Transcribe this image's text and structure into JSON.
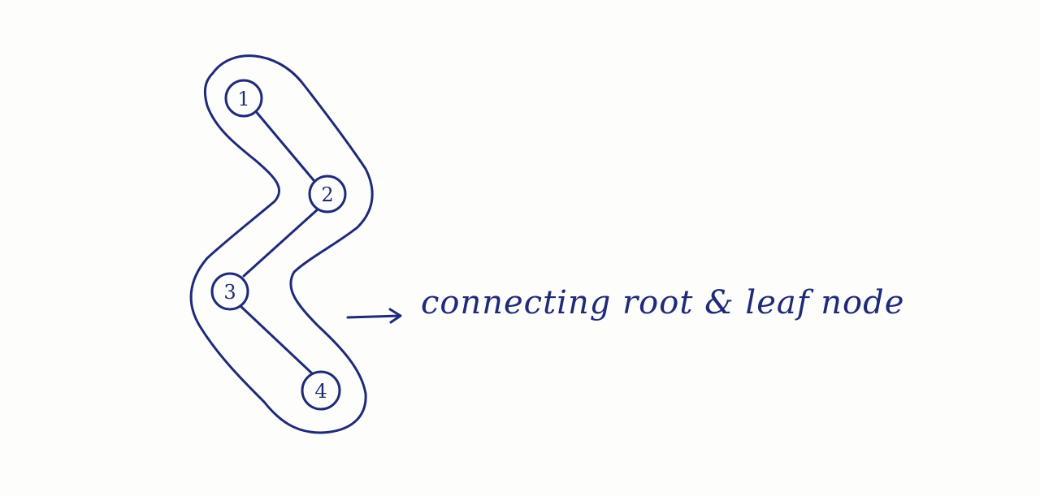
{
  "diagram": {
    "nodes": [
      {
        "id": "1",
        "label": "1"
      },
      {
        "id": "2",
        "label": "2"
      },
      {
        "id": "3",
        "label": "3"
      },
      {
        "id": "4",
        "label": "4"
      }
    ],
    "edges": [
      {
        "from": "1",
        "to": "2"
      },
      {
        "from": "2",
        "to": "3"
      },
      {
        "from": "3",
        "to": "4"
      }
    ],
    "annotation": {
      "text": "connecting root & leaf node"
    },
    "ink_color": "#1f2a78"
  }
}
